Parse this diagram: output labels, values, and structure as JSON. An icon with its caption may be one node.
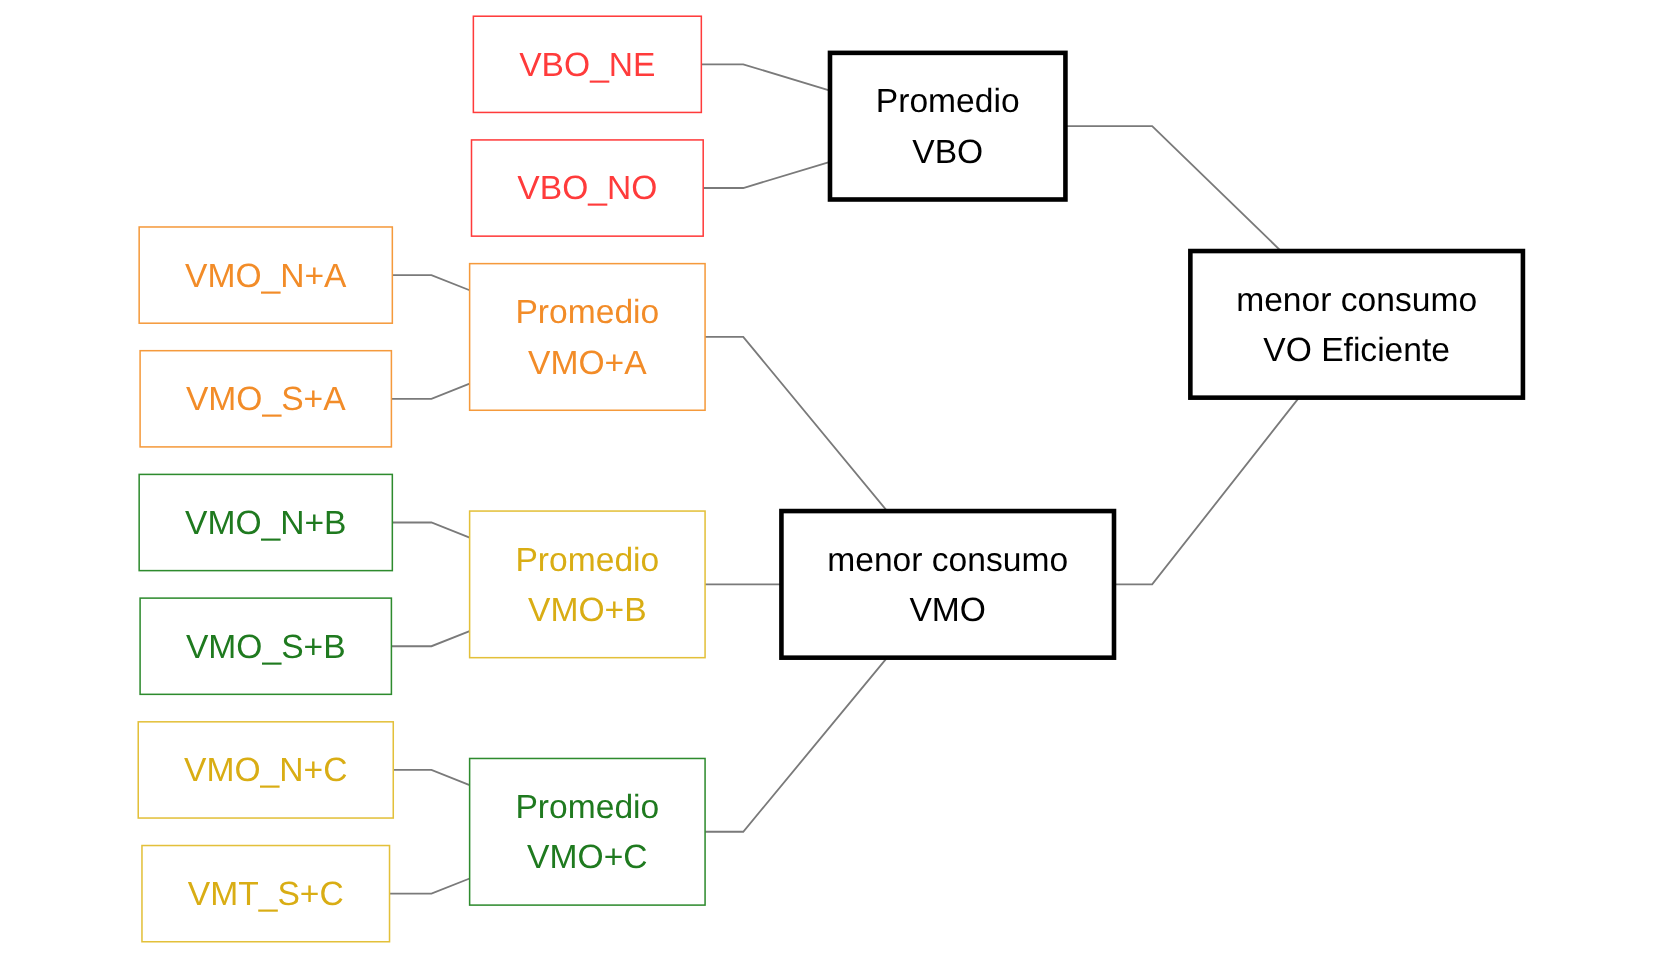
{
  "diagram": {
    "nodes": [
      {
        "text": [
          "VBO_NE"
        ]
      },
      {
        "text": [
          "VBO_NO"
        ]
      },
      {
        "text": [
          "Promedio",
          "VBO"
        ]
      },
      {
        "text": [
          "menor consumo",
          "VO Eficiente"
        ]
      },
      {
        "text": [
          "VMO_N+A"
        ]
      },
      {
        "text": [
          "VMO_S+A"
        ]
      },
      {
        "text": [
          "Promedio",
          "VMO+A"
        ]
      },
      {
        "text": [
          "VMO_N+B"
        ]
      },
      {
        "text": [
          "VMO_S+B"
        ]
      },
      {
        "text": [
          "Promedio",
          "VMO+B"
        ]
      },
      {
        "text": [
          "VMO_N+C"
        ]
      },
      {
        "text": [
          "VMT_S+C"
        ]
      },
      {
        "text": [
          "Promedio",
          "VMO+C"
        ]
      },
      {
        "text": [
          "menor consumo",
          "VMO"
        ]
      }
    ],
    "edges": [
      {
        "from": 0,
        "to": 2,
        "arrow": "none"
      },
      {
        "from": 1,
        "to": 2,
        "arrow": "none"
      },
      {
        "from": 2,
        "to": 3,
        "arrow": "none"
      },
      {
        "from": 4,
        "to": 6,
        "arrow": "none"
      },
      {
        "from": 5,
        "to": 6,
        "arrow": "none"
      },
      {
        "from": 7,
        "to": 9,
        "arrow": "none"
      },
      {
        "from": 8,
        "to": 9,
        "arrow": "none"
      },
      {
        "from": 10,
        "to": 12,
        "arrow": "none"
      },
      {
        "from": 11,
        "to": 12,
        "arrow": "none"
      },
      {
        "from": 6,
        "to": 13,
        "arrow": "none"
      },
      {
        "from": 9,
        "to": 13,
        "arrow": "none"
      },
      {
        "from": 12,
        "to": 13,
        "arrow": "none"
      },
      {
        "from": 13,
        "to": 3,
        "arrow": "none"
      }
    ]
  }
}
